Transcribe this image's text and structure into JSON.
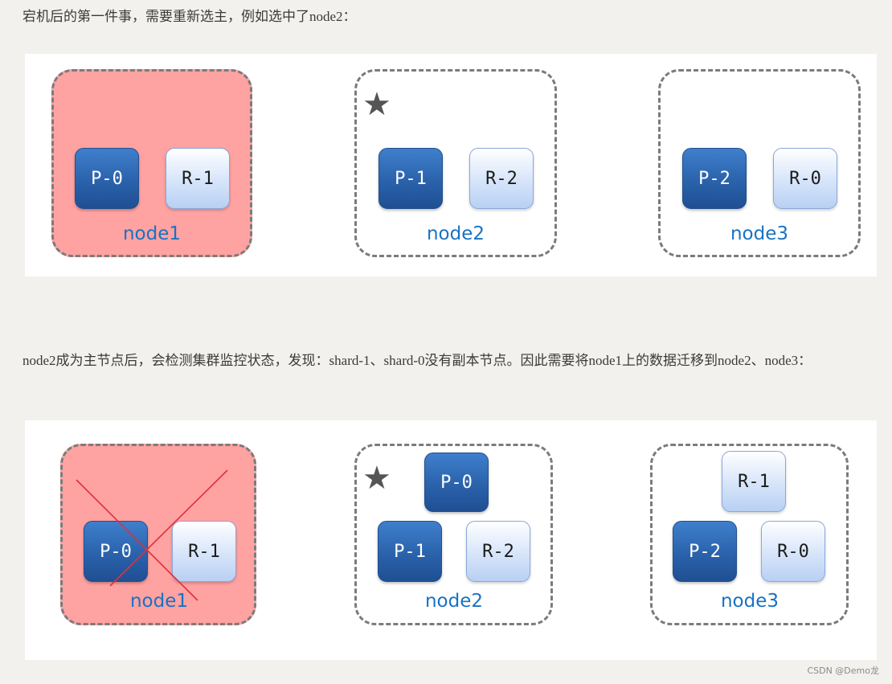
{
  "paragraphs": {
    "first": "宕机后的第一件事，需要重新选主，例如选中了node2：",
    "second": "node2成为主节点后，会检测集群监控状态，发现：shard-1、shard-0没有副本节点。因此需要将node1上的数据迁移到node2、node3："
  },
  "diagram_before": {
    "nodes": [
      {
        "label": "node1",
        "status": "down",
        "shards": [
          {
            "label": "P-0",
            "type": "primary"
          },
          {
            "label": "R-1",
            "type": "replica"
          }
        ]
      },
      {
        "label": "node2",
        "status": "master",
        "shards": [
          {
            "label": "P-1",
            "type": "primary"
          },
          {
            "label": "R-2",
            "type": "replica"
          }
        ]
      },
      {
        "label": "node3",
        "status": "up",
        "shards": [
          {
            "label": "P-2",
            "type": "primary"
          },
          {
            "label": "R-0",
            "type": "replica"
          }
        ]
      }
    ]
  },
  "diagram_after": {
    "nodes": [
      {
        "label": "node1",
        "status": "removed",
        "shards": [
          {
            "label": "P-0",
            "type": "primary"
          },
          {
            "label": "R-1",
            "type": "replica"
          }
        ]
      },
      {
        "label": "node2",
        "status": "master",
        "shards": [
          {
            "label": "P-0",
            "type": "primary"
          },
          {
            "label": "P-1",
            "type": "primary"
          },
          {
            "label": "R-2",
            "type": "replica"
          }
        ]
      },
      {
        "label": "node3",
        "status": "up",
        "shards": [
          {
            "label": "R-1",
            "type": "replica"
          },
          {
            "label": "P-2",
            "type": "primary"
          },
          {
            "label": "R-0",
            "type": "replica"
          }
        ]
      }
    ]
  },
  "master_icon": "star-icon",
  "colors": {
    "down_node_fill": "#ffa2a2",
    "node_label": "#1872c4",
    "primary_shard": "#2a62ab",
    "replica_shard": "#dde9fb",
    "cross_line": "#e0303a"
  },
  "watermark": "CSDN @Demo龙"
}
